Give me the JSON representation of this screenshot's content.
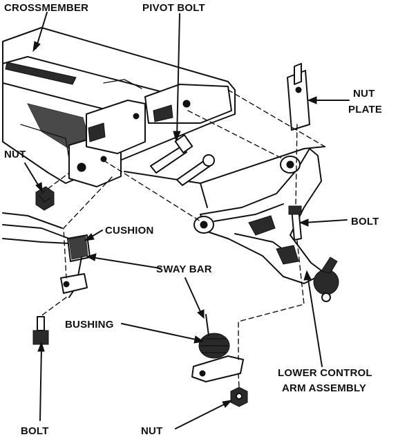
{
  "labels": {
    "crossmember": "CROSSMEMBER",
    "pivot_bolt": "PIVOT BOLT",
    "nut_plate_1": "NUT",
    "nut_plate_2": "PLATE",
    "nut_left": "NUT",
    "cushion": "CUSHION",
    "bolt_right": "BOLT",
    "sway_bar": "SWAY BAR",
    "bushing": "BUSHING",
    "lower_control_arm_1": "LOWER CONTROL",
    "lower_control_arm_2": "ARM ASSEMBLY",
    "bolt_bottom": "BOLT",
    "nut_bottom": "NUT"
  },
  "colors": {
    "ink": "#111111",
    "paper": "#ffffff"
  }
}
